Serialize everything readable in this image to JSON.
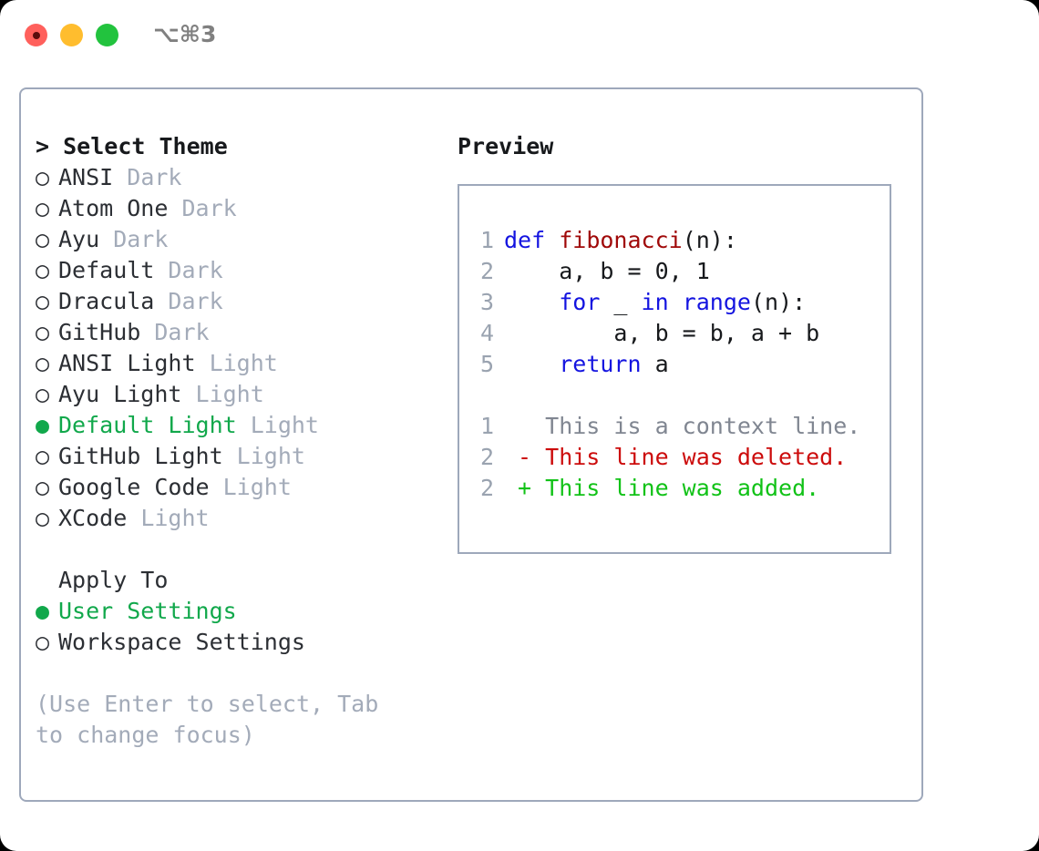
{
  "window": {
    "shortcut": "⌥⌘3",
    "traffic_lights": [
      {
        "name": "close-button",
        "color": "#ff605c"
      },
      {
        "name": "minimize-button",
        "color": "#ffbd2e"
      },
      {
        "name": "maximize-button",
        "color": "#22c33e"
      }
    ]
  },
  "theme_picker": {
    "header_caret": ">",
    "header": "Select Theme",
    "bullet_selected": "●",
    "bullet_unselected": "○",
    "items": [
      {
        "name": "ANSI",
        "kind": "Dark",
        "selected": false
      },
      {
        "name": "Atom One",
        "kind": "Dark",
        "selected": false
      },
      {
        "name": "Ayu",
        "kind": "Dark",
        "selected": false
      },
      {
        "name": "Default",
        "kind": "Dark",
        "selected": false
      },
      {
        "name": "Dracula",
        "kind": "Dark",
        "selected": false
      },
      {
        "name": "GitHub",
        "kind": "Dark",
        "selected": false
      },
      {
        "name": "ANSI Light",
        "kind": "Light",
        "selected": false
      },
      {
        "name": "Ayu Light",
        "kind": "Light",
        "selected": false
      },
      {
        "name": "Default Light",
        "kind": "Light",
        "selected": true
      },
      {
        "name": "GitHub Light",
        "kind": "Light",
        "selected": false
      },
      {
        "name": "Google Code",
        "kind": "Light",
        "selected": false
      },
      {
        "name": "XCode",
        "kind": "Light",
        "selected": false
      }
    ]
  },
  "apply_to": {
    "title": "Apply To",
    "options": [
      {
        "label": "User Settings",
        "selected": true
      },
      {
        "label": "Workspace Settings",
        "selected": false
      }
    ]
  },
  "hint": "(Use Enter to select, Tab to change focus)",
  "preview": {
    "title": "Preview",
    "code_lines": [
      {
        "num": "1",
        "tokens": [
          {
            "t": "def ",
            "c": "kw"
          },
          {
            "t": "fibonacci",
            "c": "fn"
          },
          {
            "t": "(n):",
            "c": "plain"
          }
        ]
      },
      {
        "num": "2",
        "tokens": [
          {
            "t": "    a, b = 0, 1",
            "c": "plain"
          }
        ]
      },
      {
        "num": "3",
        "tokens": [
          {
            "t": "    ",
            "c": "plain"
          },
          {
            "t": "for",
            "c": "kw"
          },
          {
            "t": " _ ",
            "c": "plain"
          },
          {
            "t": "in",
            "c": "kw"
          },
          {
            "t": " ",
            "c": "plain"
          },
          {
            "t": "range",
            "c": "kw"
          },
          {
            "t": "(n):",
            "c": "plain"
          }
        ]
      },
      {
        "num": "4",
        "tokens": [
          {
            "t": "        a, b = b, a + b",
            "c": "plain"
          }
        ]
      },
      {
        "num": "5",
        "tokens": [
          {
            "t": "    ",
            "c": "plain"
          },
          {
            "t": "return",
            "c": "kw"
          },
          {
            "t": " a",
            "c": "plain"
          }
        ]
      }
    ],
    "diff_lines": [
      {
        "num": "1",
        "marker": " ",
        "text": "This is a context line.",
        "kind": "ctx"
      },
      {
        "num": "2",
        "marker": "-",
        "text": "This line was deleted.",
        "kind": "del"
      },
      {
        "num": "2",
        "marker": "+",
        "text": "This line was added.",
        "kind": "add"
      }
    ]
  },
  "colors": {
    "accent_green": "#11a84b",
    "muted": "#a3abb9",
    "border": "#9ea8bb",
    "keyword_blue": "#1414e0",
    "function_red": "#a00909",
    "diff_delete": "#cc0b0b",
    "diff_add": "#11c217"
  }
}
